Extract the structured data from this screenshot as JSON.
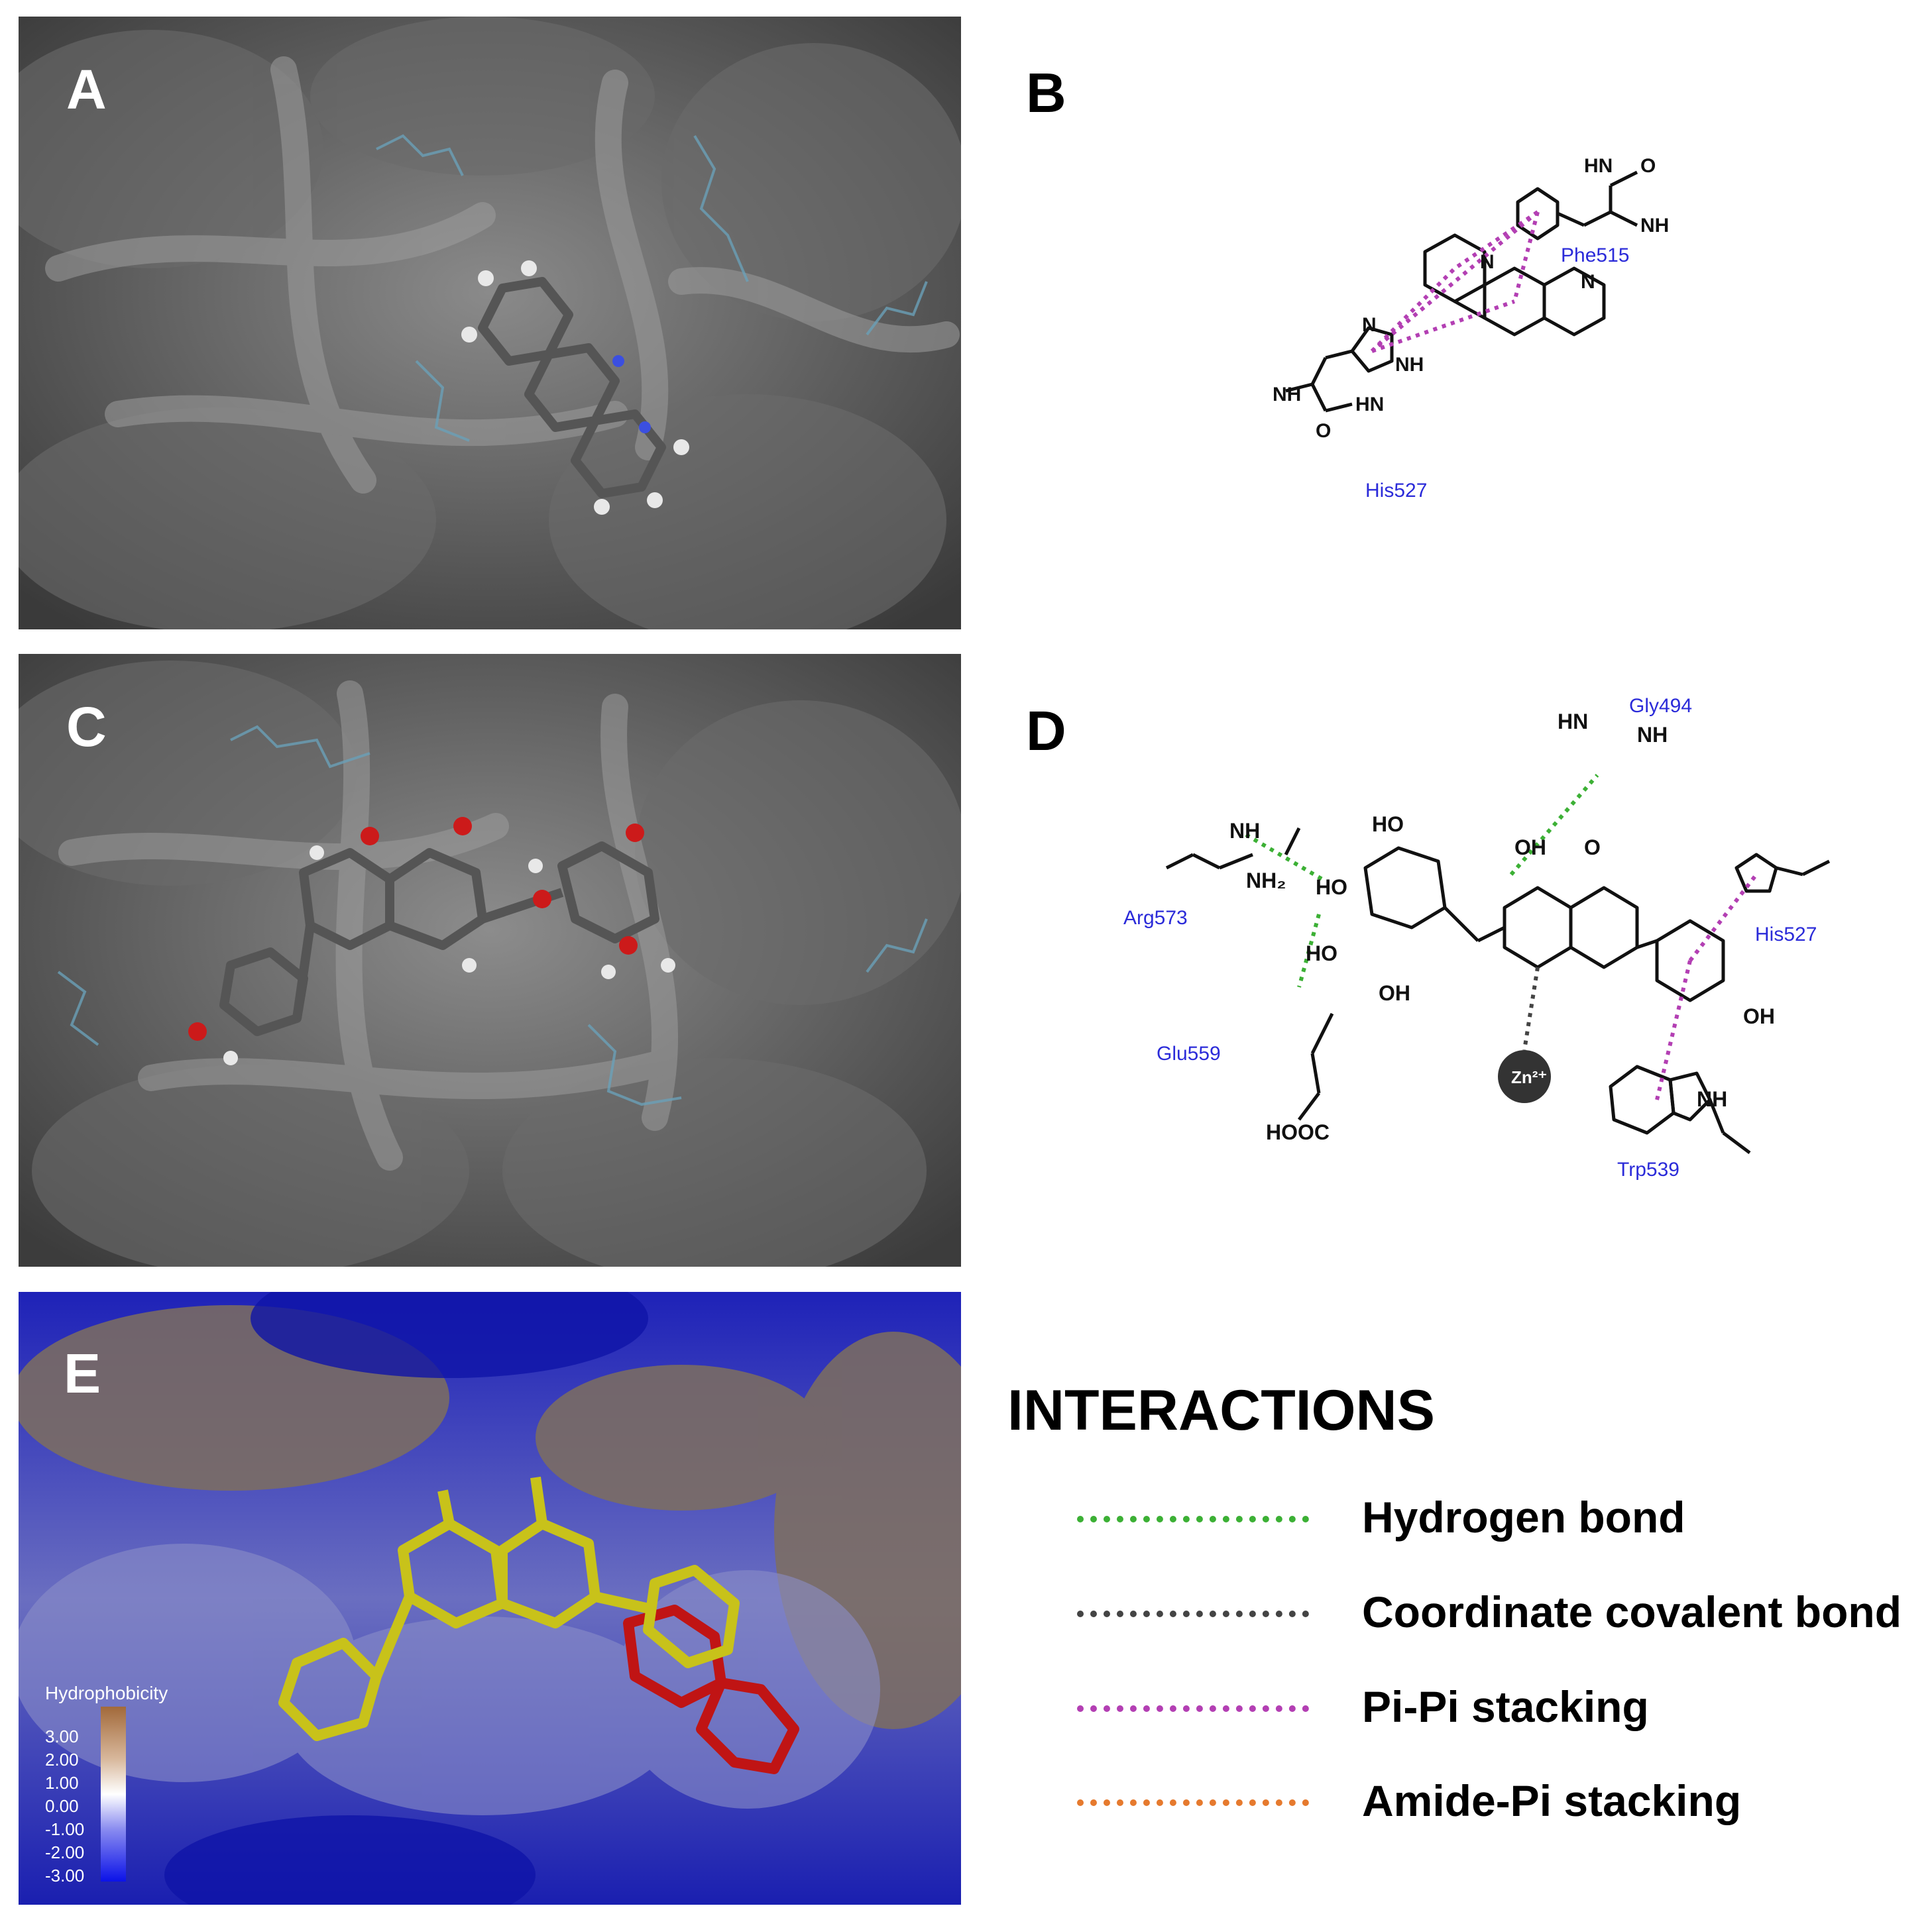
{
  "panels": {
    "A": {
      "label": "A"
    },
    "B": {
      "label": "B",
      "residues": [
        "Phe515",
        "His527"
      ]
    },
    "C": {
      "label": "C"
    },
    "D": {
      "label": "D",
      "residues": [
        "Gly494",
        "Arg573",
        "His527",
        "Glu559",
        "Trp539"
      ],
      "ion": "Zn²⁺"
    },
    "E": {
      "label": "E"
    }
  },
  "chem_text": {
    "HN": "HN",
    "NH": "NH",
    "N": "N",
    "H": "H",
    "O": "O",
    "OH": "OH",
    "HO": "HO",
    "NH2": "NH₂",
    "HOOC": "HOOC"
  },
  "hydrophobicity": {
    "title": "Hydrophobicity",
    "ticks": [
      "3.00",
      "2.00",
      "1.00",
      "0.00",
      "-1.00",
      "-2.00",
      "-3.00"
    ]
  },
  "legend": {
    "title": "INTERACTIONS",
    "items": [
      {
        "label": "Hydrogen bond",
        "color": "#3cb035"
      },
      {
        "label": "Coordinate covalent bond",
        "color": "#444444"
      },
      {
        "label": "Pi-Pi stacking",
        "color": "#b33fb3"
      },
      {
        "label": "Amide-Pi stacking",
        "color": "#e67a2e"
      }
    ]
  },
  "colors": {
    "residue_label": "#2b2bd9",
    "hbond": "#3cb035",
    "coordinate": "#444444",
    "pipi": "#b33fb3",
    "ligand_yellow": "#c8c21a",
    "ligand_red": "#c01414"
  }
}
